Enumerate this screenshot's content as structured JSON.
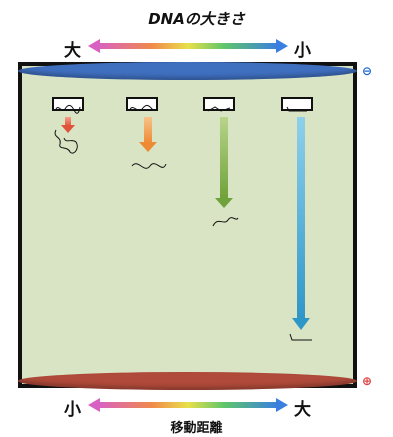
{
  "title": "DNAの大きさ",
  "top_axis": {
    "left_label": "大",
    "right_label": "小"
  },
  "bottom_axis": {
    "left_label": "小",
    "right_label": "大",
    "caption": "移動距離"
  },
  "poles": {
    "minus": "⊖",
    "plus": "⊕"
  },
  "colors": {
    "gel": "#d8e4c4",
    "minus_electrode": "#3f6fbf",
    "plus_electrode": "#b04a3a",
    "arrow_red": "#e0523a",
    "arrow_orange": "#ef8a34",
    "arrow_green": "#7fae3a",
    "arrow_blue": "#3aa0d0"
  }
}
